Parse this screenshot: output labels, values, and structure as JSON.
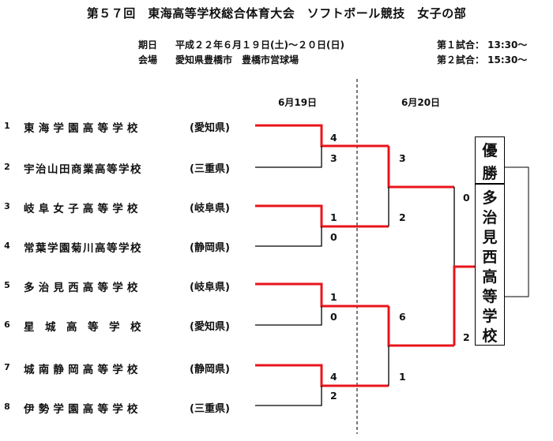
{
  "title": "第５７回　東海高等学校総合体育大会　ソフトボール競技　女子の部",
  "schedule": {
    "date_label": "期日",
    "date_value": "平成２２年６月１９日(土)～２０日(日)",
    "venue_label": "会場",
    "venue_value": "愛知県豊橋市　豊橋市営球場",
    "game1": "第１試合：  13:30～",
    "game2": "第２試合：  15:30～"
  },
  "days": {
    "day1": "6月19日",
    "day2": "6月20日"
  },
  "teams": [
    {
      "num": "1",
      "name": "東海学園高等学校",
      "pref": "(愛知県)"
    },
    {
      "num": "2",
      "name": "宇治山田商業高等学校",
      "pref": "(三重県)"
    },
    {
      "num": "3",
      "name": "岐阜女子高等学校",
      "pref": "(岐阜県)"
    },
    {
      "num": "4",
      "name": "常葉学園菊川高等学校",
      "pref": "(静岡県)"
    },
    {
      "num": "5",
      "name": "多治見西高等学校",
      "pref": "(岐阜県)"
    },
    {
      "num": "6",
      "name": "星　城　高　等　学　校",
      "pref": "(愛知県)"
    },
    {
      "num": "7",
      "name": "城南静岡高等学校",
      "pref": "(静岡県)"
    },
    {
      "num": "8",
      "name": "伊勢学園高等学校",
      "pref": "(三重県)"
    }
  ],
  "scores": {
    "qf1": [
      "4",
      "3"
    ],
    "qf2": [
      "1",
      "0"
    ],
    "qf3": [
      "1",
      "0"
    ],
    "qf4": [
      "4",
      "2"
    ],
    "sf1": [
      "3",
      "2"
    ],
    "sf2": [
      "6",
      "1"
    ],
    "final": [
      "0",
      "2"
    ]
  },
  "winner": {
    "label_chars": [
      "優",
      "勝"
    ],
    "name_chars": [
      "多",
      "治",
      "見",
      "西",
      "高",
      "等",
      "学",
      "校"
    ]
  },
  "colors": {
    "winner_line": "#e8141b",
    "loser_line": "#000000",
    "divider": "#333333"
  }
}
